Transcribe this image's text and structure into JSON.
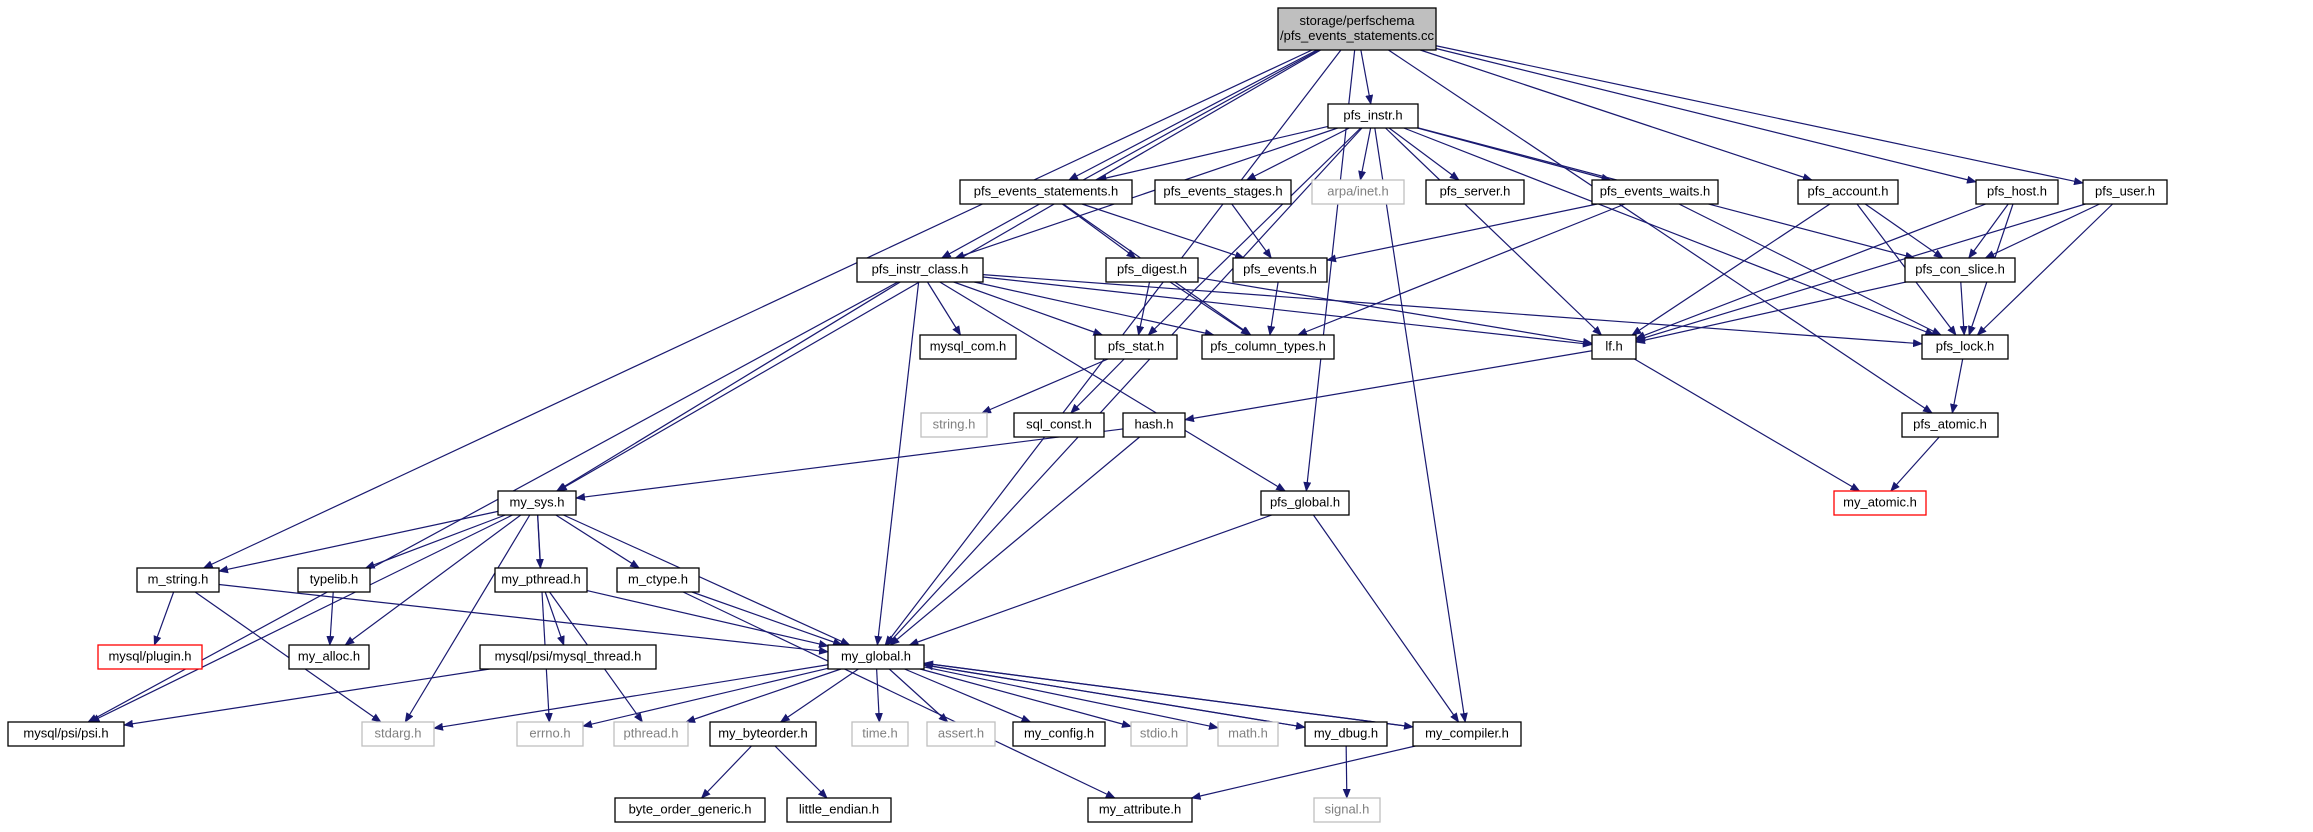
{
  "colors": {
    "edge": "#191970",
    "node_border": "#000000",
    "missing_border": "#bfbfbf",
    "missing_text": "#808080",
    "truncated_border": "#ff0000",
    "root_fill": "#bfbfbf",
    "node_fill": "#ffffff"
  },
  "nodes": [
    {
      "id": "root",
      "lines": [
        "storage/perfschema",
        "/pfs_events_statements.cc"
      ],
      "style": "root"
    },
    {
      "id": "pfs_instr_h",
      "lines": [
        "pfs_instr.h"
      ],
      "style": "normal"
    },
    {
      "id": "pfs_events_statements_h",
      "lines": [
        "pfs_events_statements.h"
      ],
      "style": "normal"
    },
    {
      "id": "pfs_events_stages_h",
      "lines": [
        "pfs_events_stages.h"
      ],
      "style": "normal"
    },
    {
      "id": "arpa_inet_h",
      "lines": [
        "arpa/inet.h"
      ],
      "style": "missing"
    },
    {
      "id": "pfs_server_h",
      "lines": [
        "pfs_server.h"
      ],
      "style": "normal"
    },
    {
      "id": "pfs_events_waits_h",
      "lines": [
        "pfs_events_waits.h"
      ],
      "style": "normal"
    },
    {
      "id": "pfs_account_h",
      "lines": [
        "pfs_account.h"
      ],
      "style": "normal"
    },
    {
      "id": "pfs_host_h",
      "lines": [
        "pfs_host.h"
      ],
      "style": "normal"
    },
    {
      "id": "pfs_user_h",
      "lines": [
        "pfs_user.h"
      ],
      "style": "normal"
    },
    {
      "id": "pfs_instr_class_h",
      "lines": [
        "pfs_instr_class.h"
      ],
      "style": "normal"
    },
    {
      "id": "pfs_digest_h",
      "lines": [
        "pfs_digest.h"
      ],
      "style": "normal"
    },
    {
      "id": "pfs_events_h",
      "lines": [
        "pfs_events.h"
      ],
      "style": "normal"
    },
    {
      "id": "pfs_con_slice_h",
      "lines": [
        "pfs_con_slice.h"
      ],
      "style": "normal"
    },
    {
      "id": "mysql_com_h",
      "lines": [
        "mysql_com.h"
      ],
      "style": "normal"
    },
    {
      "id": "pfs_stat_h",
      "lines": [
        "pfs_stat.h"
      ],
      "style": "normal"
    },
    {
      "id": "pfs_column_types_h",
      "lines": [
        "pfs_column_types.h"
      ],
      "style": "normal"
    },
    {
      "id": "lf_h",
      "lines": [
        "lf.h"
      ],
      "style": "normal"
    },
    {
      "id": "pfs_lock_h",
      "lines": [
        "pfs_lock.h"
      ],
      "style": "normal"
    },
    {
      "id": "string_h",
      "lines": [
        "string.h"
      ],
      "style": "missing"
    },
    {
      "id": "sql_const_h",
      "lines": [
        "sql_const.h"
      ],
      "style": "normal"
    },
    {
      "id": "hash_h",
      "lines": [
        "hash.h"
      ],
      "style": "normal"
    },
    {
      "id": "pfs_atomic_h",
      "lines": [
        "pfs_atomic.h"
      ],
      "style": "normal"
    },
    {
      "id": "my_sys_h",
      "lines": [
        "my_sys.h"
      ],
      "style": "normal"
    },
    {
      "id": "pfs_global_h",
      "lines": [
        "pfs_global.h"
      ],
      "style": "normal"
    },
    {
      "id": "my_atomic_h",
      "lines": [
        "my_atomic.h"
      ],
      "style": "truncated"
    },
    {
      "id": "m_string_h",
      "lines": [
        "m_string.h"
      ],
      "style": "normal"
    },
    {
      "id": "typelib_h",
      "lines": [
        "typelib.h"
      ],
      "style": "normal"
    },
    {
      "id": "my_pthread_h",
      "lines": [
        "my_pthread.h"
      ],
      "style": "normal"
    },
    {
      "id": "m_ctype_h",
      "lines": [
        "m_ctype.h"
      ],
      "style": "normal"
    },
    {
      "id": "mysql_plugin_h",
      "lines": [
        "mysql/plugin.h"
      ],
      "style": "truncated"
    },
    {
      "id": "my_alloc_h",
      "lines": [
        "my_alloc.h"
      ],
      "style": "normal"
    },
    {
      "id": "mysql_psi_mysql_thread_h",
      "lines": [
        "mysql/psi/mysql_thread.h"
      ],
      "style": "normal"
    },
    {
      "id": "my_global_h",
      "lines": [
        "my_global.h"
      ],
      "style": "normal"
    },
    {
      "id": "mysql_psi_psi_h",
      "lines": [
        "mysql/psi/psi.h"
      ],
      "style": "normal"
    },
    {
      "id": "stdarg_h",
      "lines": [
        "stdarg.h"
      ],
      "style": "missing"
    },
    {
      "id": "errno_h",
      "lines": [
        "errno.h"
      ],
      "style": "missing"
    },
    {
      "id": "pthread_h",
      "lines": [
        "pthread.h"
      ],
      "style": "missing"
    },
    {
      "id": "my_byteorder_h",
      "lines": [
        "my_byteorder.h"
      ],
      "style": "normal"
    },
    {
      "id": "time_h",
      "lines": [
        "time.h"
      ],
      "style": "missing"
    },
    {
      "id": "assert_h",
      "lines": [
        "assert.h"
      ],
      "style": "missing"
    },
    {
      "id": "my_config_h",
      "lines": [
        "my_config.h"
      ],
      "style": "normal"
    },
    {
      "id": "stdio_h",
      "lines": [
        "stdio.h"
      ],
      "style": "missing"
    },
    {
      "id": "math_h",
      "lines": [
        "math.h"
      ],
      "style": "missing"
    },
    {
      "id": "my_dbug_h",
      "lines": [
        "my_dbug.h"
      ],
      "style": "normal"
    },
    {
      "id": "my_compiler_h",
      "lines": [
        "my_compiler.h"
      ],
      "style": "normal"
    },
    {
      "id": "byte_order_generic_h",
      "lines": [
        "byte_order_generic.h"
      ],
      "style": "normal"
    },
    {
      "id": "little_endian_h",
      "lines": [
        "little_endian.h"
      ],
      "style": "normal"
    },
    {
      "id": "my_attribute_h",
      "lines": [
        "my_attribute.h"
      ],
      "style": "normal"
    },
    {
      "id": "signal_h",
      "lines": [
        "signal.h"
      ],
      "style": "missing"
    }
  ],
  "edges": [
    [
      "root",
      "pfs_instr_h"
    ],
    [
      "root",
      "pfs_events_statements_h"
    ],
    [
      "root",
      "pfs_instr_class_h"
    ],
    [
      "root",
      "my_sys_h"
    ],
    [
      "root",
      "m_string_h"
    ],
    [
      "root",
      "my_global_h"
    ],
    [
      "root",
      "pfs_account_h"
    ],
    [
      "root",
      "pfs_host_h"
    ],
    [
      "root",
      "pfs_user_h"
    ],
    [
      "root",
      "pfs_global_h"
    ],
    [
      "root",
      "pfs_atomic_h"
    ],
    [
      "pfs_instr_h",
      "pfs_events_statements_h"
    ],
    [
      "pfs_instr_h",
      "pfs_events_stages_h"
    ],
    [
      "pfs_instr_h",
      "arpa_inet_h"
    ],
    [
      "pfs_instr_h",
      "pfs_server_h"
    ],
    [
      "pfs_instr_h",
      "pfs_events_waits_h"
    ],
    [
      "pfs_instr_h",
      "pfs_instr_class_h"
    ],
    [
      "pfs_instr_h",
      "pfs_stat_h"
    ],
    [
      "pfs_instr_h",
      "lf_h"
    ],
    [
      "pfs_instr_h",
      "my_global_h"
    ],
    [
      "pfs_instr_h",
      "my_compiler_h"
    ],
    [
      "pfs_instr_h",
      "pfs_con_slice_h"
    ],
    [
      "pfs_instr_h",
      "pfs_lock_h"
    ],
    [
      "pfs_events_statements_h",
      "pfs_digest_h"
    ],
    [
      "pfs_events_statements_h",
      "pfs_events_h"
    ],
    [
      "pfs_events_statements_h",
      "pfs_column_types_h"
    ],
    [
      "pfs_events_stages_h",
      "pfs_events_h"
    ],
    [
      "pfs_events_waits_h",
      "pfs_events_h"
    ],
    [
      "pfs_events_waits_h",
      "pfs_column_types_h"
    ],
    [
      "pfs_events_waits_h",
      "pfs_lock_h"
    ],
    [
      "pfs_account_h",
      "lf_h"
    ],
    [
      "pfs_account_h",
      "pfs_con_slice_h"
    ],
    [
      "pfs_account_h",
      "pfs_lock_h"
    ],
    [
      "pfs_host_h",
      "pfs_con_slice_h"
    ],
    [
      "pfs_host_h",
      "lf_h"
    ],
    [
      "pfs_host_h",
      "pfs_lock_h"
    ],
    [
      "pfs_user_h",
      "pfs_con_slice_h"
    ],
    [
      "pfs_user_h",
      "lf_h"
    ],
    [
      "pfs_user_h",
      "pfs_lock_h"
    ],
    [
      "pfs_instr_class_h",
      "mysql_com_h"
    ],
    [
      "pfs_instr_class_h",
      "pfs_stat_h"
    ],
    [
      "pfs_instr_class_h",
      "pfs_column_types_h"
    ],
    [
      "pfs_instr_class_h",
      "lf_h"
    ],
    [
      "pfs_instr_class_h",
      "pfs_lock_h"
    ],
    [
      "pfs_instr_class_h",
      "my_sys_h"
    ],
    [
      "pfs_instr_class_h",
      "my_global_h"
    ],
    [
      "pfs_instr_class_h",
      "mysql_psi_psi_h"
    ],
    [
      "pfs_instr_class_h",
      "pfs_global_h"
    ],
    [
      "pfs_digest_h",
      "pfs_stat_h"
    ],
    [
      "pfs_digest_h",
      "pfs_column_types_h"
    ],
    [
      "pfs_digest_h",
      "lf_h"
    ],
    [
      "pfs_events_h",
      "pfs_column_types_h"
    ],
    [
      "pfs_con_slice_h",
      "pfs_lock_h"
    ],
    [
      "pfs_con_slice_h",
      "lf_h"
    ],
    [
      "pfs_stat_h",
      "string_h"
    ],
    [
      "pfs_stat_h",
      "sql_const_h"
    ],
    [
      "lf_h",
      "hash_h"
    ],
    [
      "lf_h",
      "my_atomic_h"
    ],
    [
      "pfs_lock_h",
      "pfs_atomic_h"
    ],
    [
      "pfs_atomic_h",
      "my_atomic_h"
    ],
    [
      "hash_h",
      "my_sys_h"
    ],
    [
      "hash_h",
      "my_global_h"
    ],
    [
      "pfs_global_h",
      "my_global_h"
    ],
    [
      "pfs_global_h",
      "my_compiler_h"
    ],
    [
      "my_sys_h",
      "m_string_h"
    ],
    [
      "my_sys_h",
      "typelib_h"
    ],
    [
      "my_sys_h",
      "my_pthread_h"
    ],
    [
      "my_sys_h",
      "m_ctype_h"
    ],
    [
      "my_sys_h",
      "my_alloc_h"
    ],
    [
      "my_sys_h",
      "my_global_h"
    ],
    [
      "my_sys_h",
      "mysql_psi_psi_h"
    ],
    [
      "my_sys_h",
      "stdarg_h"
    ],
    [
      "my_sys_h",
      "errno_h"
    ],
    [
      "m_string_h",
      "mysql_plugin_h"
    ],
    [
      "m_string_h",
      "stdarg_h"
    ],
    [
      "m_string_h",
      "my_global_h"
    ],
    [
      "typelib_h",
      "my_alloc_h"
    ],
    [
      "my_pthread_h",
      "mysql_psi_mysql_thread_h"
    ],
    [
      "my_pthread_h",
      "my_global_h"
    ],
    [
      "my_pthread_h",
      "pthread_h"
    ],
    [
      "m_ctype_h",
      "my_global_h"
    ],
    [
      "m_ctype_h",
      "my_attribute_h"
    ],
    [
      "mysql_psi_mysql_thread_h",
      "mysql_psi_psi_h"
    ],
    [
      "my_global_h",
      "stdarg_h"
    ],
    [
      "my_global_h",
      "errno_h"
    ],
    [
      "my_global_h",
      "pthread_h"
    ],
    [
      "my_global_h",
      "my_byteorder_h"
    ],
    [
      "my_global_h",
      "time_h"
    ],
    [
      "my_global_h",
      "assert_h"
    ],
    [
      "my_global_h",
      "my_config_h"
    ],
    [
      "my_global_h",
      "stdio_h"
    ],
    [
      "my_global_h",
      "math_h"
    ],
    [
      "my_global_h",
      "my_dbug_h"
    ],
    [
      "my_global_h",
      "my_compiler_h"
    ],
    [
      "my_dbug_h",
      "signal_h"
    ],
    [
      "my_dbug_h",
      "my_global_h"
    ],
    [
      "my_compiler_h",
      "my_global_h"
    ],
    [
      "my_compiler_h",
      "my_attribute_h"
    ],
    [
      "my_byteorder_h",
      "byte_order_generic_h"
    ],
    [
      "my_byteorder_h",
      "little_endian_h"
    ]
  ]
}
